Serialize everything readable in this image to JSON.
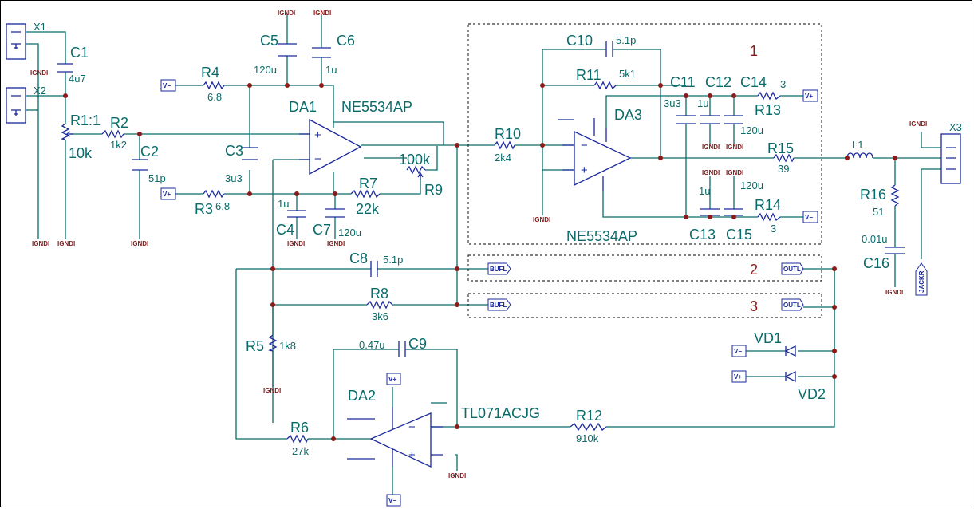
{
  "colors": {
    "wire": "#0b6b6b",
    "component": "#1a2a9c",
    "ground_label": "#8b1a1a",
    "junction": "#8b1a1a",
    "box": "#000000"
  },
  "ground_label": "IGNDI",
  "rails": {
    "neg": "V−",
    "pos": "V+"
  },
  "ports": {
    "bufl": "BUFL",
    "outl": "OUTL",
    "jackr": "JACKR"
  },
  "connectors": {
    "x1": "X1",
    "x2": "X2",
    "x3": "X3"
  },
  "section_numbers": [
    "1",
    "2",
    "3"
  ],
  "ics": {
    "da1": {
      "ref": "DA1",
      "part": "NE5534AP"
    },
    "da2": {
      "ref": "DA2",
      "part": "TL071ACJG"
    },
    "da3": {
      "ref": "DA3",
      "part": "NE5534AP"
    }
  },
  "resistors": [
    {
      "ref": "R1:1",
      "value": "10k"
    },
    {
      "ref": "R2",
      "value": "1k2"
    },
    {
      "ref": "R3",
      "value": "6.8"
    },
    {
      "ref": "R4",
      "value": "6.8"
    },
    {
      "ref": "R5",
      "value": "1k8"
    },
    {
      "ref": "R6",
      "value": "27k"
    },
    {
      "ref": "R7",
      "value": "22k"
    },
    {
      "ref": "R8",
      "value": "3k6"
    },
    {
      "ref": "R9",
      "value": "100k"
    },
    {
      "ref": "R10",
      "value": "2k4"
    },
    {
      "ref": "R11",
      "value": "5k1"
    },
    {
      "ref": "R12",
      "value": "910k"
    },
    {
      "ref": "R13",
      "value": "3"
    },
    {
      "ref": "R14",
      "value": "3"
    },
    {
      "ref": "R15",
      "value": "39"
    },
    {
      "ref": "R16",
      "value": "51"
    }
  ],
  "capacitors": [
    {
      "ref": "C1",
      "value": "4u7"
    },
    {
      "ref": "C2",
      "value": "51p"
    },
    {
      "ref": "C3",
      "value": "3u3"
    },
    {
      "ref": "C4",
      "value": "1u"
    },
    {
      "ref": "C5",
      "value": "120u"
    },
    {
      "ref": "C6",
      "value": "1u"
    },
    {
      "ref": "C7",
      "value": "120u"
    },
    {
      "ref": "C8",
      "value": "5.1p"
    },
    {
      "ref": "C9",
      "value": "0.47u"
    },
    {
      "ref": "C10",
      "value": "5.1p"
    },
    {
      "ref": "C11",
      "value": "3u3"
    },
    {
      "ref": "C12",
      "value": "1u"
    },
    {
      "ref": "C13",
      "value": "1u"
    },
    {
      "ref": "C14",
      "value": "120u"
    },
    {
      "ref": "C15",
      "value": "120u"
    },
    {
      "ref": "C16",
      "value": "0.01u"
    }
  ],
  "inductors": [
    {
      "ref": "L1"
    }
  ],
  "diodes": [
    {
      "ref": "VD1"
    },
    {
      "ref": "VD2"
    }
  ]
}
